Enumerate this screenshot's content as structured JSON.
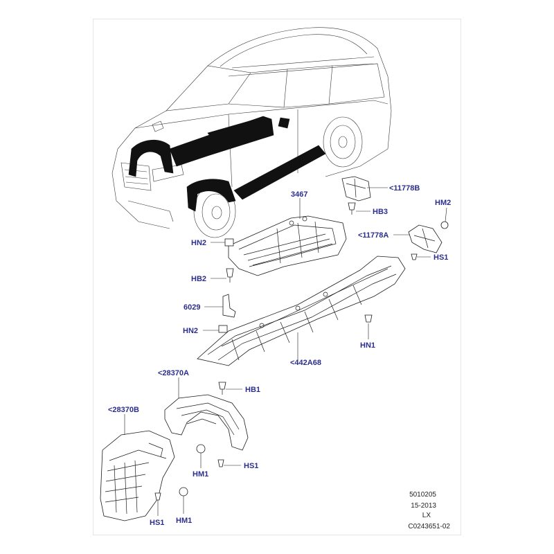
{
  "diagram": {
    "callouts": {
      "c11778B": "<11778B",
      "c3467": "3467",
      "cHB3": "HB3",
      "cHM2": "HM2",
      "c11778A": "<11778A",
      "cHN2a": "HN2",
      "cHS1a": "HS1",
      "cHB2": "HB2",
      "c6029": "6029",
      "cHN2b": "HN2",
      "cHN1": "HN1",
      "c442A68": "<442A68",
      "c28370A": "<28370A",
      "cHB1": "HB1",
      "c28370B": "<28370B",
      "cHS1b": "HS1",
      "cHM1a": "HM1",
      "cHS1c": "HS1",
      "cHM1b": "HM1"
    },
    "reference": {
      "line1": "5010205",
      "line2": "15-2013",
      "line3": "LX",
      "line4": "C0243651-02"
    }
  },
  "colors": {
    "callout": "#2b2e8c",
    "line": "#1a1a1a",
    "shield": "#111111"
  }
}
